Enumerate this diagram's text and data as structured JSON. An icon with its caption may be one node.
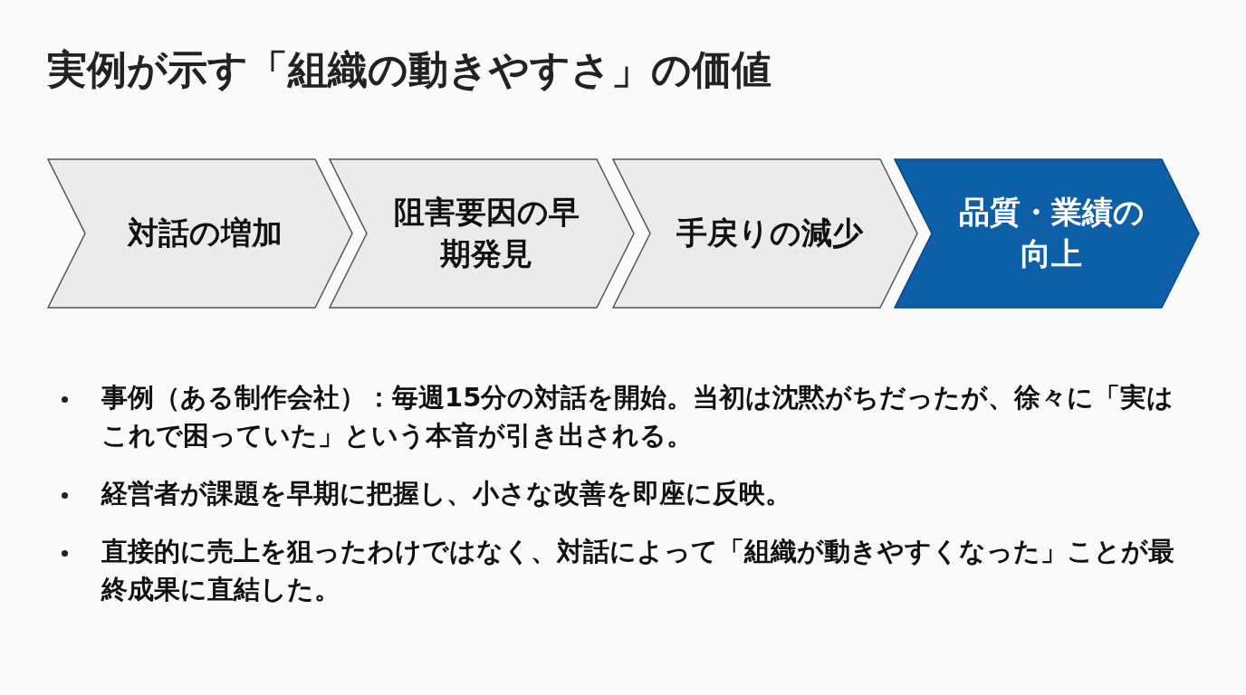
{
  "diagram": {
    "title": "実例が示す「組織の動きやすさ」の価値",
    "nodes": [
      {
        "text": [
          "対話の増加"
        ]
      },
      {
        "text": [
          "阻害要因の早期発見"
        ]
      },
      {
        "text": [
          "手戻りの減少"
        ]
      },
      {
        "text": [
          "品質・業績の向上"
        ]
      }
    ],
    "labels": [
      "事例（ある制作会社）：毎週15分の対話を開始。当初は沈黙がちだったが、徐々に「実はこれで困っていた」という本音が引き出される。",
      "経営者が課題を早期に把握し、小さな改善を即座に反映。",
      "直接的に売上を狙ったわけではなく、対話によって「組織が動きやすくなった」ことが最終成果に直結した。"
    ]
  }
}
